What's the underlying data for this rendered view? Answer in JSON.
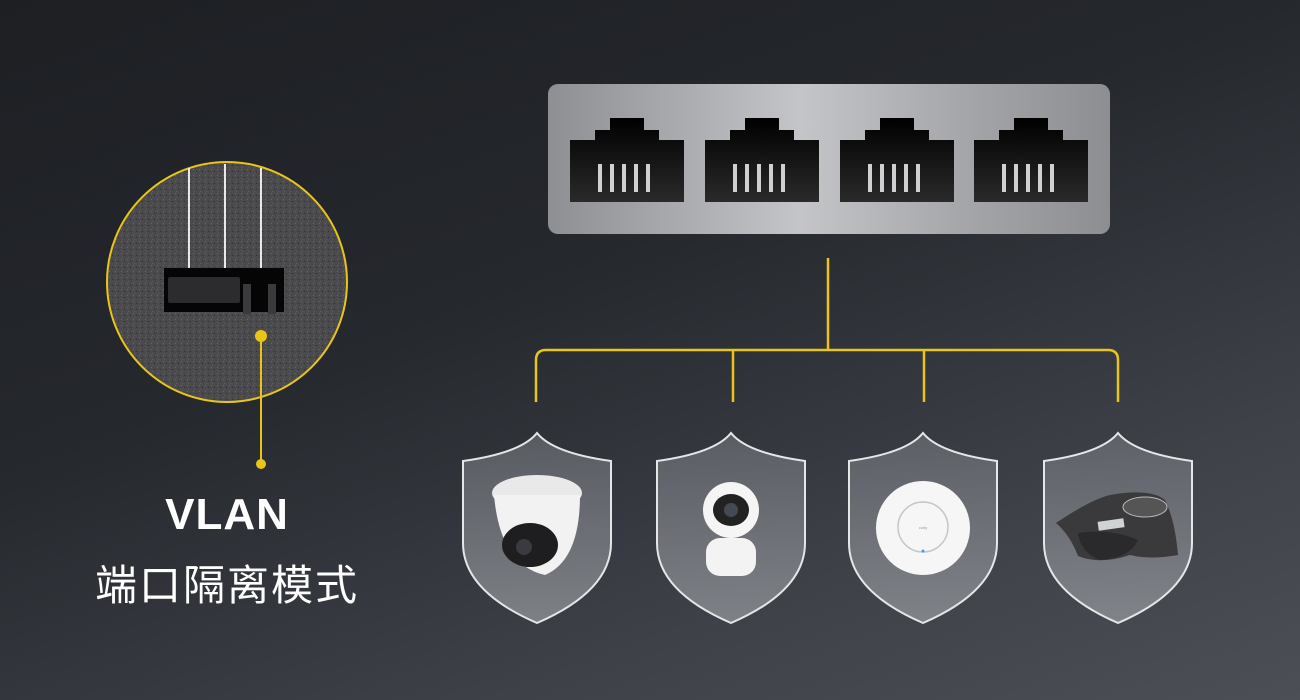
{
  "feature": {
    "title": "VLAN",
    "subtitle": "端口隔离模式"
  },
  "switch": {
    "port_count": 4
  },
  "devices": [
    {
      "name": "dome-camera"
    },
    {
      "name": "home-camera"
    },
    {
      "name": "wireless-access-point",
      "brand_text": "cudy"
    },
    {
      "name": "conference-phone"
    }
  ],
  "colors": {
    "accent": "#e8c619",
    "background": "#25282d"
  }
}
